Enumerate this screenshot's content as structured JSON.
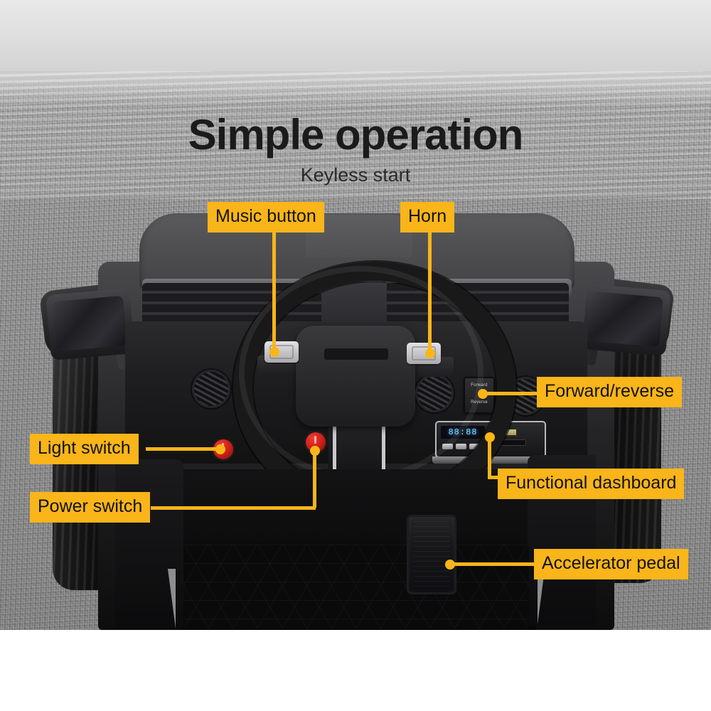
{
  "heading": {
    "title": "Simple operation",
    "subtitle": "Keyless start"
  },
  "theme": {
    "accent": "#f9b519",
    "label_text": "#121212",
    "background": "#9c9c9c"
  },
  "callouts": [
    {
      "id": "music-button",
      "label": "Music button"
    },
    {
      "id": "horn",
      "label": "Horn"
    },
    {
      "id": "forward-reverse",
      "label": "Forward/reverse"
    },
    {
      "id": "functional-dashboard",
      "label": "Functional dashboard"
    },
    {
      "id": "accelerator-pedal",
      "label": "Accelerator pedal"
    },
    {
      "id": "light-switch",
      "label": "Light switch"
    },
    {
      "id": "power-switch",
      "label": "Power switch"
    }
  ],
  "vehicle_controls": {
    "forward_reverse_switch": {
      "forward_label": "Forward",
      "reverse_label": "Reverse"
    },
    "dashboard_display": "88:88"
  }
}
